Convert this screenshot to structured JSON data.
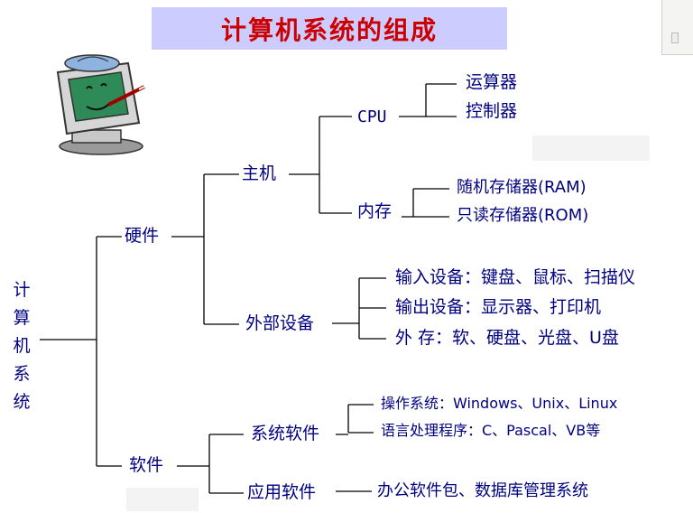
{
  "title": "计算机系统的组成",
  "root_chars": [
    "计",
    "算",
    "机",
    "系",
    "统"
  ],
  "nodes": {
    "hardware": "硬件",
    "software": "软件",
    "host": "主机",
    "peripherals": "外部设备",
    "cpu": "CPU",
    "memory": "内存",
    "alu": "运算器",
    "controller": "控制器",
    "ram": "随机存储器(RAM)",
    "rom": "只读存储器(ROM)",
    "input_devices": "输入设备：键盘、鼠标、扫描仪",
    "output_devices": "输出设备：显示器、打印机",
    "storage_devices": "外 存：软、硬盘、光盘、U盘",
    "system_software": "系统软件",
    "application_software": "应用软件",
    "os": "操作系统：Windows、Unix、Linux",
    "lang": "语言处理程序：C、Pascal、VB等",
    "apps": "办公软件包、数据库管理系统"
  },
  "colors": {
    "text": "#000080",
    "title": "#cc0000",
    "title_bg": "#ccccff",
    "lines": "#000000"
  },
  "icons": [
    "computer-clipart-icon"
  ]
}
